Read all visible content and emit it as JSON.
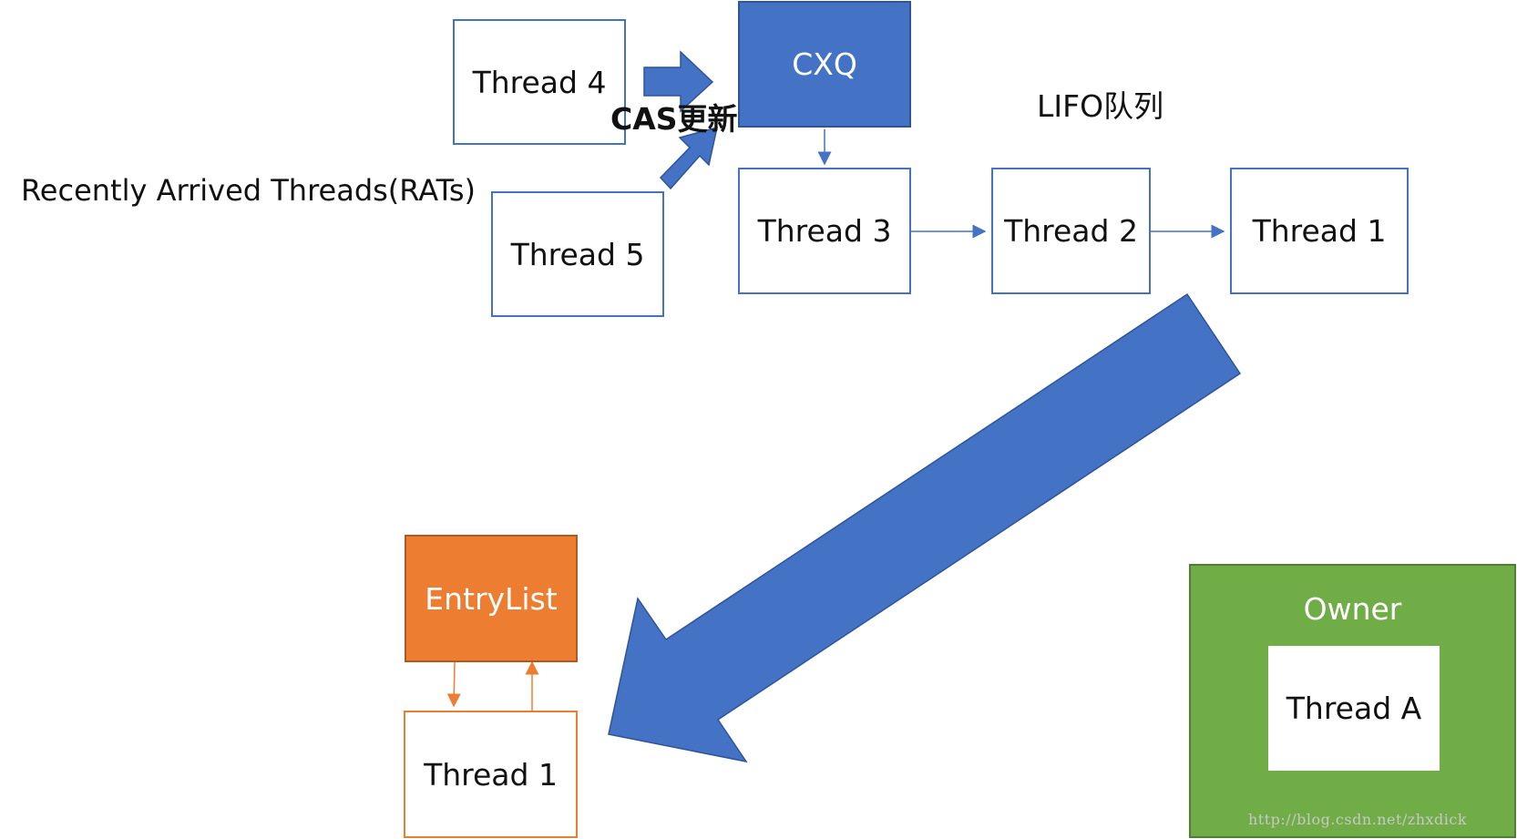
{
  "labels": {
    "rats": "Recently Arrived Threads(RATs)",
    "lifo": "LIFO队列",
    "cas": "CAS更新"
  },
  "nodes": {
    "thread4": "Thread 4",
    "thread5": "Thread 5",
    "cxq": "CXQ",
    "thread3": "Thread 3",
    "thread2": "Thread 2",
    "thread1_cxq": "Thread 1",
    "entrylist": "EntryList",
    "thread1_entry": "Thread 1",
    "owner": "Owner",
    "threadA": "Thread A"
  },
  "watermark": "http://blog.csdn.net/zhxdick",
  "colors": {
    "blue": "#4472c4",
    "orange": "#ed7d31",
    "green": "#70ad47"
  }
}
